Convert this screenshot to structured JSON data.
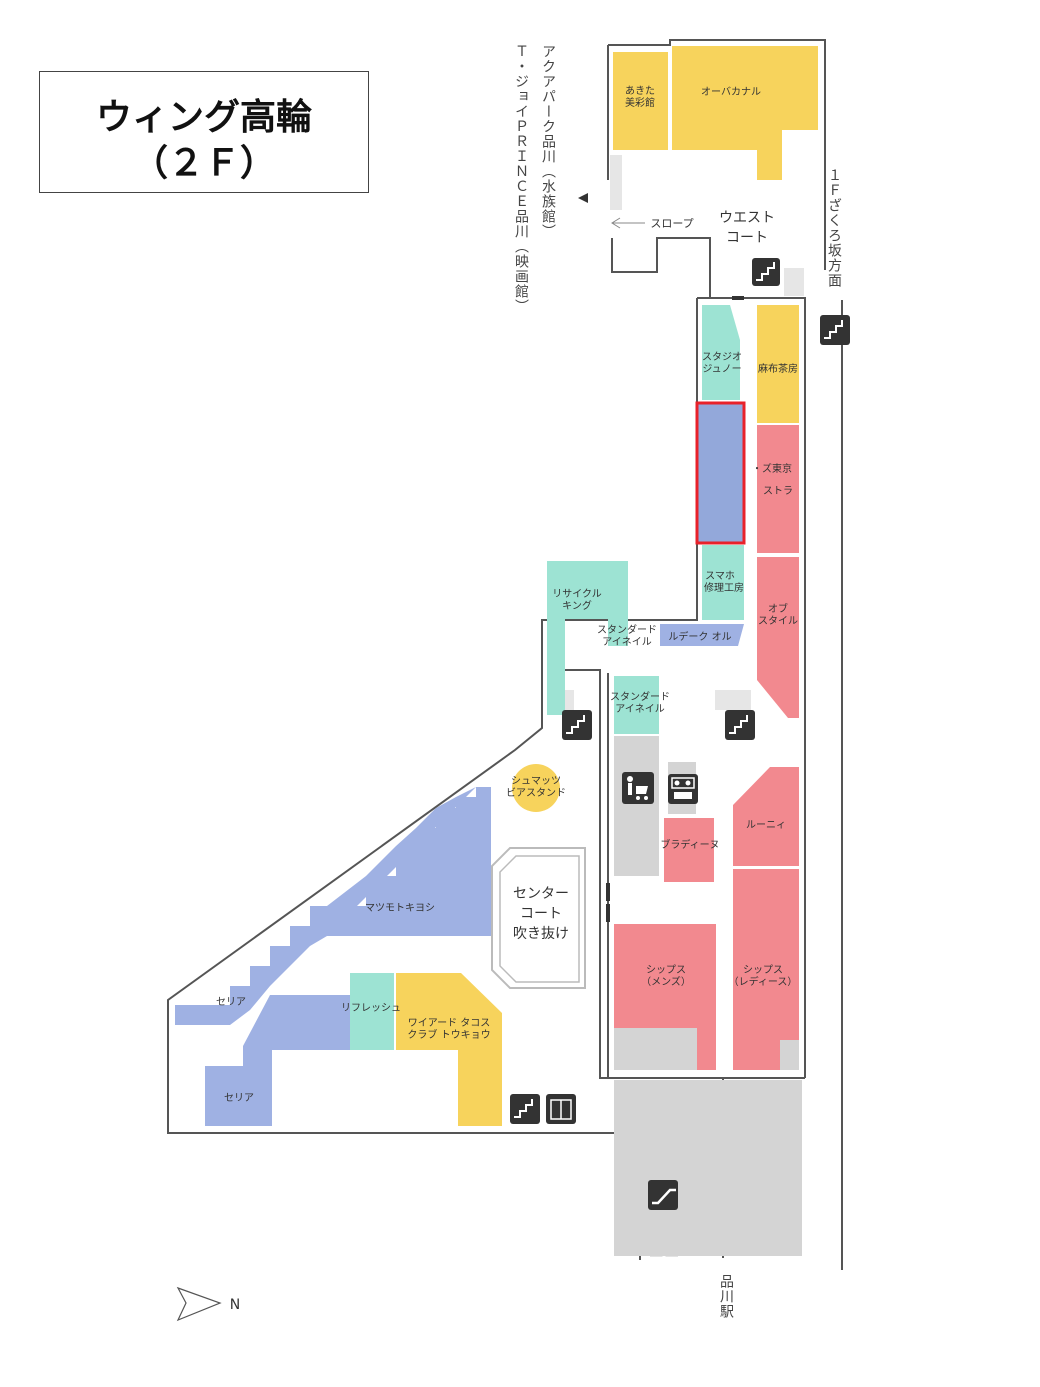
{
  "title": {
    "line1": "ウィング高輪",
    "line2": "（２Ｆ）"
  },
  "colors": {
    "yellow": "#f7d35c",
    "mint": "#9de3d3",
    "blue": "#9fb1e3",
    "pink": "#f2898f",
    "gray": "#d4d4d4",
    "highlight": "#e8212a",
    "icon_bg": "#333333"
  },
  "directions": {
    "aqua_park": "アクアパーク品川（水族館）",
    "t_joy": "Ｔ・ジョイＰＲＩＮＣＥ品川（映画館）",
    "zakuro": "１Ｆざくろ坂方面",
    "station": "品川駅",
    "slope": "スロープ",
    "north": "N"
  },
  "courts": {
    "west_1": "ウエスト",
    "west_2": "コート",
    "center_1": "センター",
    "center_2": "コート",
    "center_3": "吹き抜け"
  },
  "shops": {
    "akita_1": "あきた",
    "akita_2": "美彩館",
    "obacanal": "オーバカナル",
    "studio_1": "スタジオ",
    "studio_2": "ジュノー",
    "azabu": "麻布茶房",
    "tokyo": "・ズ東京",
    "stora": "ストラ",
    "smaho_1": "スマホ",
    "smaho_2": "修理工房",
    "ofu_1": "オブ",
    "ofu_2": "スタイル",
    "recycle_1": "リサイクル",
    "recycle_2": "キング",
    "standard_1": "スタンダード",
    "standard_2": "アイネイル",
    "ludeque": "ルデーク オル",
    "standard_b1": "スタンダード",
    "standard_b2": "アイネイル",
    "schmatz_1": "シュマッツ",
    "schmatz_2": "ビアスタンド",
    "ruunii": "ルーニィ",
    "bradiina": "ブラディーヌ",
    "matsumoto": "マツモトキヨシ",
    "ships_m1": "シップス",
    "ships_m2": "（メンズ）",
    "ships_l1": "シップス",
    "ships_l2": "（レディース）",
    "seria_1": "セリア",
    "refresh": "リフレッシュ",
    "wired_1": "ワイアード タコス",
    "wired_2": "クラブ トウキョウ",
    "seria_2": "セリア"
  }
}
